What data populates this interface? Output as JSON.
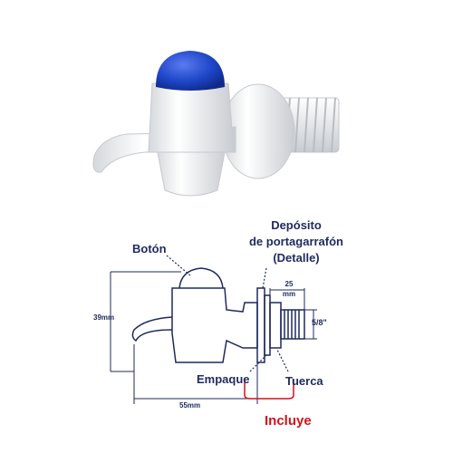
{
  "labels": {
    "boton": "Botón",
    "deposito": [
      "Depósito",
      "de portagarrafón",
      "(Detalle)"
    ],
    "empaque": "Empaque",
    "tuerca": "Tuerca",
    "incluye": "Incluye"
  },
  "dimensions": {
    "height": "39mm",
    "width": "55mm",
    "depth": [
      "25",
      "mm"
    ],
    "thread": "5/8\""
  },
  "colors": {
    "navy": "#1f2a5e",
    "red": "#d3121c",
    "blue_button": "#1e46c8",
    "white_body": "#eef0f2"
  }
}
